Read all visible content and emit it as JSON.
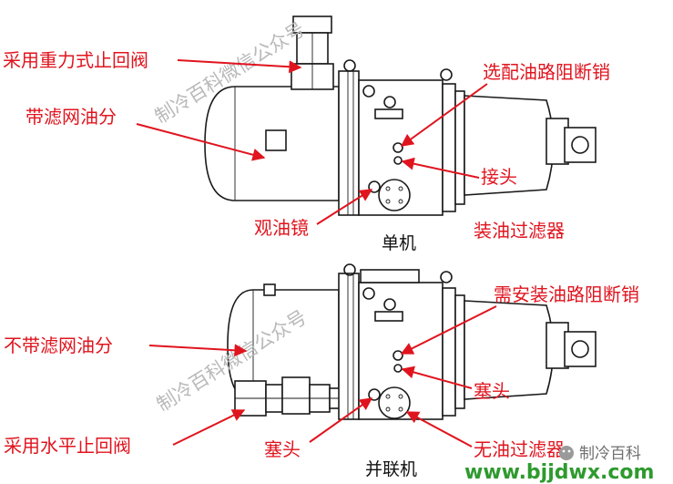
{
  "watermarks": {
    "top": "制冷百科微信公众号",
    "bottom": "制冷百科微信公众号"
  },
  "top_unit": {
    "caption": "单机",
    "labels": {
      "gravity_check_valve": "采用重力式止回阀",
      "separator_with_filter": "带滤网油分",
      "optional_oil_plug": "选配油路阻断销",
      "connector": "接头",
      "sight_glass": "观油镜",
      "oil_filter": "装油过滤器"
    }
  },
  "bottom_unit": {
    "caption": "并联机",
    "labels": {
      "need_oil_plug": "需安装油路阻断销",
      "separator_no_filter": "不带滤网油分",
      "plug_right": "塞头",
      "horizontal_check_valve": "采用水平止回阀",
      "plug_bottom": "塞头",
      "no_oil_filter": "无油过滤器"
    }
  },
  "branding": {
    "wechat_name": "制冷百科",
    "site": "www.bjjdwx.com"
  },
  "colors": {
    "label_red": "#e0141e",
    "site_green": "#2e9a2e"
  }
}
